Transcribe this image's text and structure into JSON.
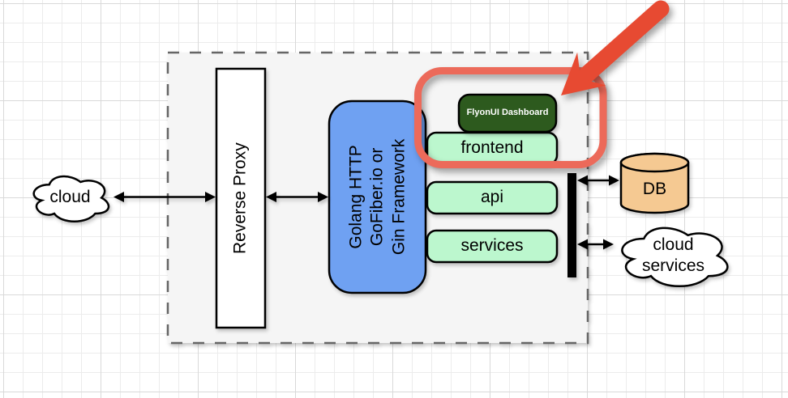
{
  "diagram": {
    "nodes": {
      "cloud_left": {
        "label": "cloud"
      },
      "reverse_proxy": {
        "label": "Reverse Proxy"
      },
      "golang_framework": {
        "lines": [
          "Golang HTTP",
          "GoFiber.io or",
          "Gin Framework"
        ]
      },
      "flyonui_badge": {
        "label": "FlyonUI Dashboard"
      },
      "frontend": {
        "label": "frontend"
      },
      "api": {
        "label": "api"
      },
      "services": {
        "label": "services"
      },
      "db": {
        "label": "DB"
      },
      "cloud_services": {
        "lines": [
          "cloud",
          "services"
        ]
      }
    },
    "colors": {
      "container_fill": "#f5f5f5",
      "container_border": "#666666",
      "golang_box_fill": "#6fa1f2",
      "service_box_fill": "#bcf7ce",
      "flyonui_badge_fill": "#2d5a1e",
      "flyonui_badge_text": "#ffffff",
      "db_fill": "#f5c992",
      "connector_bar": "#000000",
      "highlight_red": "#ec6a5a",
      "pointer_arrow_red": "#e74a32"
    }
  }
}
